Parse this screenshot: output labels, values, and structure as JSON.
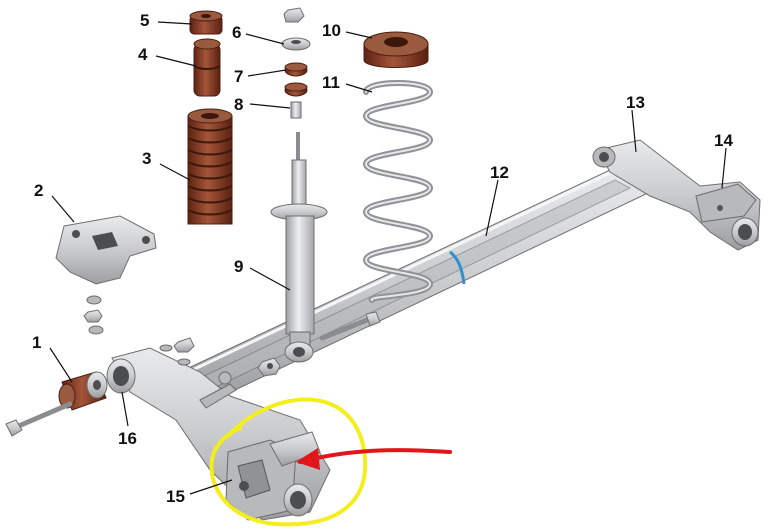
{
  "colors": {
    "metal": "#c9cbce",
    "rubber": "#7a2e1a",
    "highlight_circle": "#f4ee1c",
    "arrow": "#e0161a",
    "cut_line": "#2f8fcf"
  },
  "callouts": [
    {
      "id": "1",
      "label": "1"
    },
    {
      "id": "2",
      "label": "2"
    },
    {
      "id": "3",
      "label": "3"
    },
    {
      "id": "4",
      "label": "4"
    },
    {
      "id": "5",
      "label": "5"
    },
    {
      "id": "6",
      "label": "6"
    },
    {
      "id": "7",
      "label": "7"
    },
    {
      "id": "8",
      "label": "8"
    },
    {
      "id": "9",
      "label": "9"
    },
    {
      "id": "10",
      "label": "10"
    },
    {
      "id": "11",
      "label": "11"
    },
    {
      "id": "12",
      "label": "12"
    },
    {
      "id": "13",
      "label": "13"
    },
    {
      "id": "14",
      "label": "14"
    },
    {
      "id": "15",
      "label": "15"
    },
    {
      "id": "16",
      "label": "16"
    }
  ],
  "annotations": {
    "highlight": "yellow-freehand-circle",
    "pointer": "red-freehand-arrow"
  }
}
